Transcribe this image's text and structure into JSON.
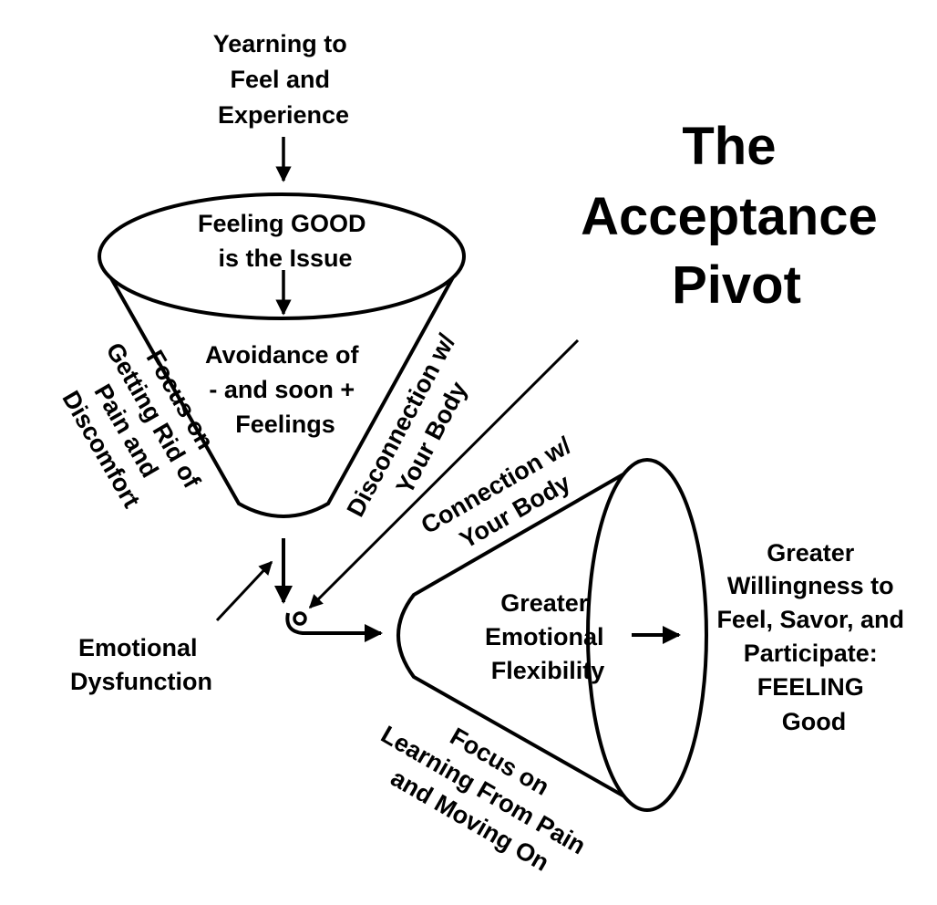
{
  "title": [
    "The",
    "Acceptance",
    "Pivot"
  ],
  "top_input": [
    "Yearning to",
    "Feel and",
    "Experience"
  ],
  "funnel_top": [
    "Feeling GOOD",
    "is the Issue"
  ],
  "funnel_body": [
    "Avoidance of",
    "- and soon +",
    "Feelings"
  ],
  "funnel_left_side": [
    "Focus on",
    "Getting Rid of",
    "Pain and",
    "Discomfort"
  ],
  "funnel_right_side": [
    "Disconnection w/",
    "Your Body"
  ],
  "pivot_label": [
    "Emotional",
    "Dysfunction"
  ],
  "cone_top_side": [
    "Connection w/",
    "Your Body"
  ],
  "cone_body": [
    "Greater",
    "Emotional",
    "Flexibility"
  ],
  "cone_bottom_side": [
    "Focus on",
    "Learning From Pain",
    "and Moving On"
  ],
  "outcome": [
    "Greater",
    "Willingness to",
    "Feel, Savor, and",
    "Participate:",
    "FEELING",
    "Good"
  ]
}
